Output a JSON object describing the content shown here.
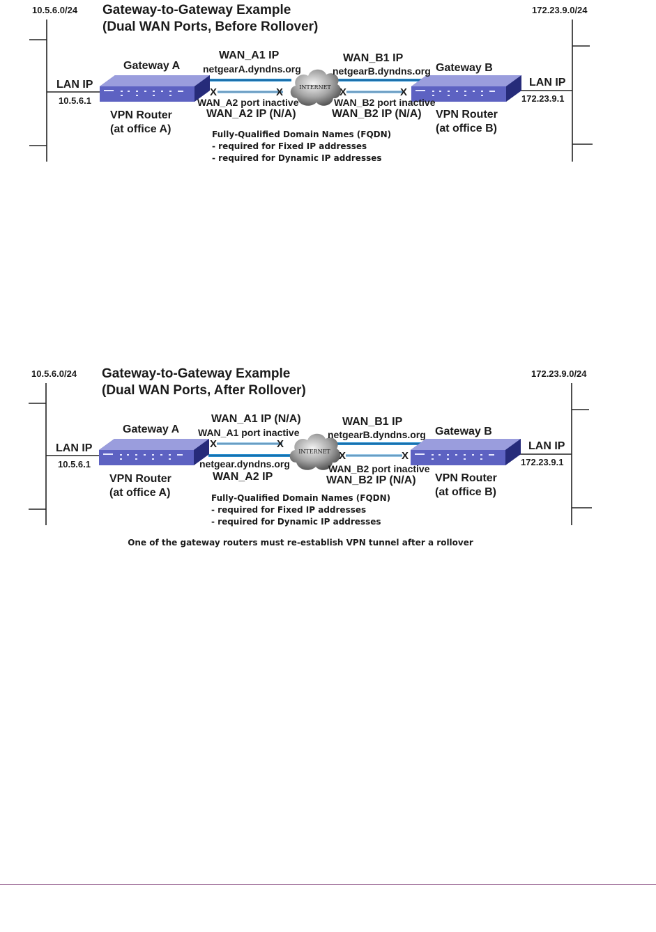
{
  "diagrams": [
    {
      "network_a": "10.5.6.0/24",
      "network_b": "172.23.9.0/24",
      "title_line1": "Gateway-to-Gateway Example",
      "title_line2": "(Dual WAN Ports, Before Rollover)",
      "lan_a_label": "LAN IP",
      "lan_a_ip": "10.5.6.1",
      "lan_b_label": "LAN IP",
      "lan_b_ip": "172.23.9.1",
      "gateway_a": "Gateway A",
      "gateway_b": "Gateway B",
      "vpn_a_line1": "VPN Router",
      "vpn_a_line2": "(at office A)",
      "vpn_b_line1": "VPN Router",
      "vpn_b_line2": "(at office B)",
      "wan_a1": "WAN_A1 IP",
      "wan_a1_dns": "netgearA.dyndns.org",
      "wan_a2_inactive": "WAN_A2 port inactive",
      "wan_a2": "WAN_A2 IP (N/A)",
      "wan_b1": "WAN_B1 IP",
      "wan_b1_dns": "netgearB.dyndns.org",
      "wan_b2_inactive": "WAN_B2 port inactive",
      "wan_b2": "WAN_B2 IP (N/A)",
      "cloud_label": "INTERNET",
      "fqdn_line1": "Fully-Qualified Domain Names (FQDN)",
      "fqdn_line2": "- required for Fixed IP addresses",
      "fqdn_line3": "- required for Dynamic IP addresses",
      "x_mark": "X"
    },
    {
      "network_a": "10.5.6.0/24",
      "network_b": "172.23.9.0/24",
      "title_line1": "Gateway-to-Gateway Example",
      "title_line2": "(Dual WAN Ports, After Rollover)",
      "lan_a_label": "LAN IP",
      "lan_a_ip": "10.5.6.1",
      "lan_b_label": "LAN IP",
      "lan_b_ip": "172.23.9.1",
      "gateway_a": "Gateway A",
      "gateway_b": "Gateway B",
      "vpn_a_line1": "VPN Router",
      "vpn_a_line2": "(at office A)",
      "vpn_b_line1": "VPN Router",
      "vpn_b_line2": "(at office B)",
      "wan_a1": "WAN_A1 IP (N/A)",
      "wan_a1_inactive": "WAN_A1 port inactive",
      "wan_a2_dns": "netgear.dyndns.org",
      "wan_a2": "WAN_A2 IP",
      "wan_b1": "WAN_B1 IP",
      "wan_b1_dns": "netgearB.dyndns.org",
      "wan_b2_inactive": "WAN_B2 port inactive",
      "wan_b2": "WAN_B2 IP (N/A)",
      "cloud_label": "INTERNET",
      "fqdn_line1": "Fully-Qualified Domain Names (FQDN)",
      "fqdn_line2": "- required for Fixed IP addresses",
      "fqdn_line3": "- required for Dynamic IP addresses",
      "x_mark": "X"
    }
  ],
  "rollover_note": "One of the gateway routers must re-establish VPN tunnel after a rollover",
  "colors": {
    "router_top": "#8c8fd6",
    "router_front": "#2f3590",
    "active_link": "#2a8fd0",
    "inactive_link": "#9cc9e8",
    "cloud": "#8a8a8a",
    "footer_rule": "#8a4f83"
  }
}
